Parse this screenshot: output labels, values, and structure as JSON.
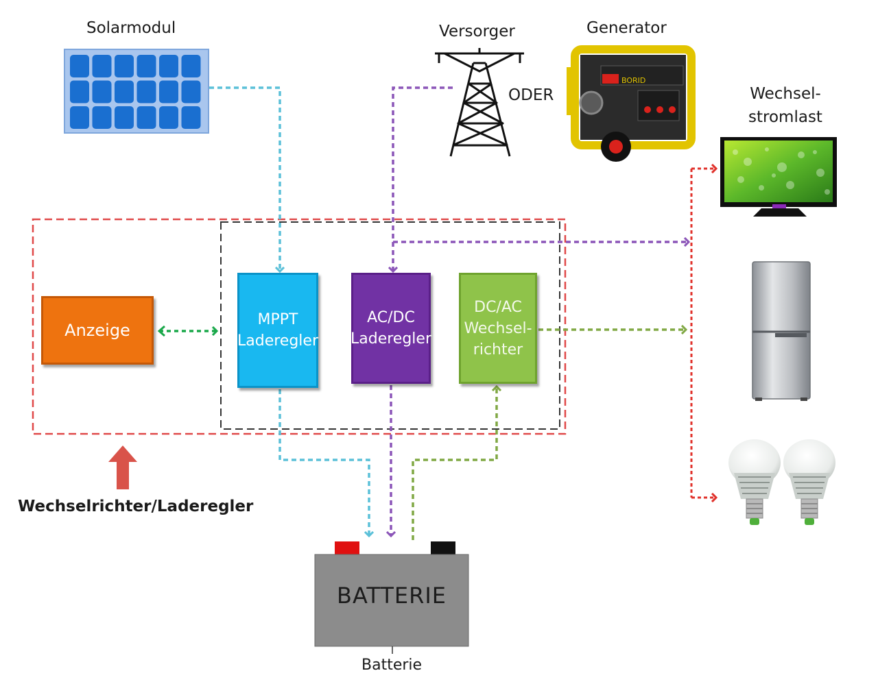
{
  "labels": {
    "solar_panel": "Solarmodul",
    "grid": "Versorger",
    "or": "ODER",
    "generator": "Generator",
    "ac_load_line1": "Wechsel-",
    "ac_load_line2": "stromlast",
    "display": "Anzeige",
    "mppt_line1": "MPPT",
    "mppt_line2": "Laderegler",
    "acdc_line1": "AC/DC",
    "acdc_line2": "Laderegler",
    "dcac_line1": "DC/AC",
    "dcac_line2": "Wechsel-",
    "dcac_line3": "richter",
    "inverter_charger": "Wechselrichter/Laderegler",
    "battery_main": "BATTERIE",
    "battery_caption": "Batterie",
    "generator_brand": "BORID"
  },
  "colors": {
    "solar_flow": "#5bc0d8",
    "grid_flow": "#8b55b8",
    "ac_out_flow": "#80a844",
    "load_distribution": "#e0302a",
    "display_link": "#1aa84a",
    "outer_frame": "#e04848",
    "inner_frame": "#333333",
    "inverter_arrow": "#d9534a"
  },
  "icons": {
    "solar": "solar-panel-icon",
    "grid": "power-pylon-icon",
    "generator": "generator-icon",
    "tv": "television-icon",
    "fridge": "refrigerator-icon",
    "bulbs": "light-bulb-icon"
  }
}
